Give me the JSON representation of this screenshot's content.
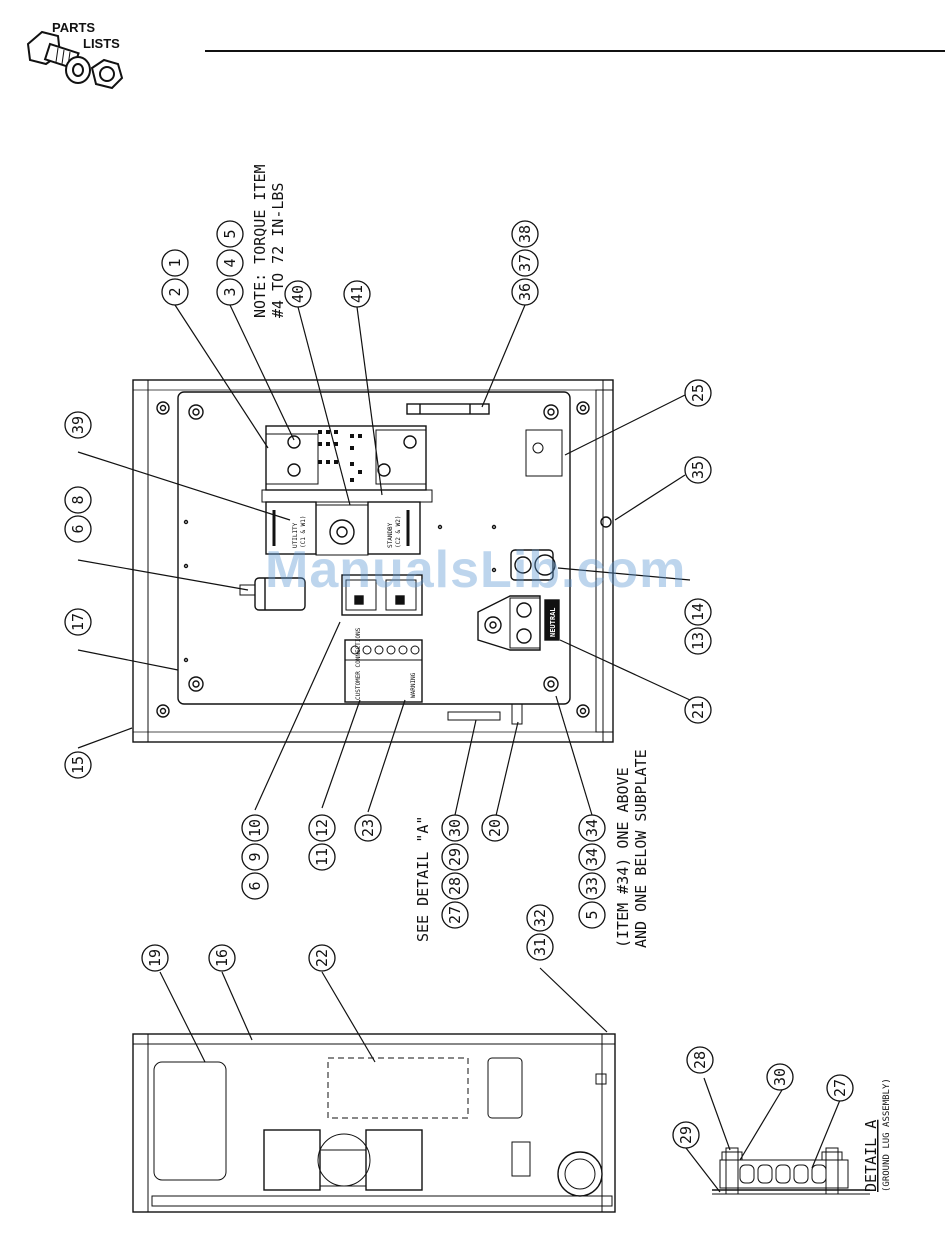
{
  "header": {
    "line1": "PARTS",
    "line2": "LISTS"
  },
  "watermark": "ManualsLib.com",
  "notes": {
    "torque_line1": "NOTE: TORQUE ITEM",
    "torque_line2": "#4 TO 72 IN-LBS",
    "see_detail": "SEE DETAIL \"A\"",
    "item34_line1": "(ITEM #34) ONE ABOVE",
    "item34_line2": "AND ONE BELOW SUBPLATE",
    "detail_title": "DETAIL A",
    "detail_sub": "(GROUND LUG ASSEMBLY)"
  },
  "labels": {
    "utility": "UTILITY",
    "utility_sub": "(C1 & W1)",
    "standby": "STANDBY",
    "standby_sub": "(C2 & W2)",
    "neutral": "NEUTRAL",
    "customer_conn": "CUSTOMER CONNECTIONS",
    "warning": "WARNING"
  },
  "balloons": {
    "b1": "1",
    "b2": "2",
    "b3": "3",
    "b4": "4",
    "b5": "5",
    "b40": "40",
    "b41": "41",
    "b36": "36",
    "b37": "37",
    "b38": "38",
    "b39": "39",
    "b8": "8",
    "b6": "6",
    "b17": "17",
    "b15": "15",
    "b25": "25",
    "b35": "35",
    "b14": "14",
    "b13": "13",
    "b21": "21",
    "b34": "34",
    "b20": "20",
    "b30": "30",
    "b29": "29",
    "b28": "28",
    "b27": "27",
    "b23": "23",
    "b12": "12",
    "b11": "11",
    "b10": "10",
    "b9": "9",
    "b6b": "6",
    "b33": "33",
    "b34b": "34",
    "b5b": "5",
    "b19": "19",
    "b16": "16",
    "b22": "22",
    "b31": "31",
    "b32": "32",
    "d28": "28",
    "d30": "30",
    "d27": "27",
    "d29": "29"
  }
}
